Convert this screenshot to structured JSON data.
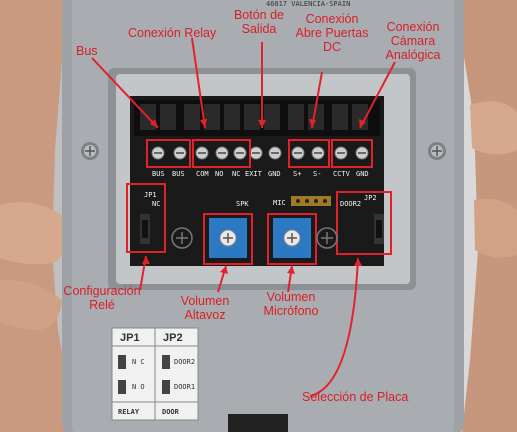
{
  "labels": {
    "bus": "Bus",
    "relay": "Conexión Relay",
    "exit_button": [
      "Botón de",
      "Salida"
    ],
    "door_opener": [
      "Conexión",
      "Abre Puertas",
      "DC"
    ],
    "camera": [
      "Conexión",
      "Cámara",
      "Analógica"
    ],
    "relay_config": [
      "Configuración",
      "Relé"
    ],
    "speaker_volume": [
      "Volumen",
      "Altavoz"
    ],
    "mic_volume": [
      "Volumen",
      "Micrófono"
    ],
    "plate_selection": "Selección de Placa"
  },
  "board": {
    "header_text": "46017 VALENCIA-SPAIN",
    "terminals": [
      "BUS",
      "BUS",
      "COM",
      "NO",
      "NC",
      "EXIT",
      "GND",
      "S+",
      "S-",
      "CCTV",
      "GND"
    ],
    "jp1": "JP1",
    "jp2": "JP2",
    "jp1_nc": "NC",
    "spk": "SPK",
    "mic": "MIC",
    "door2": "DOOR2"
  },
  "jumper_table": {
    "headers": [
      "JP1",
      "JP2"
    ],
    "rows": [
      [
        "N C",
        "DOOR2"
      ],
      [
        "N O",
        "DOOR1"
      ]
    ],
    "footer": [
      "RELAY",
      "DOOR"
    ]
  }
}
